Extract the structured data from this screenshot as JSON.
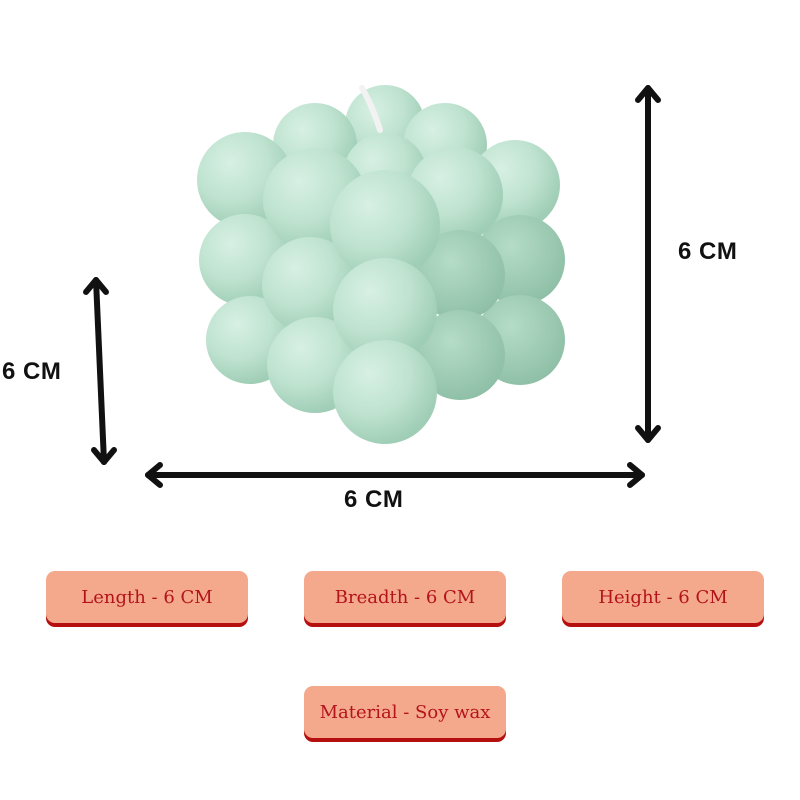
{
  "product": {
    "name": "Bubble cube candle",
    "image_icon": "bubble-candle-image",
    "color": "#bfe3d0",
    "wick_color": "#f2f2f2"
  },
  "dimensions": {
    "left_label": "6 CM",
    "bottom_label": "6 CM",
    "right_label": "6 CM"
  },
  "specs": [
    {
      "label": "Length - 6 CM"
    },
    {
      "label": "Breadth - 6 CM"
    },
    {
      "label": "Height - 6 CM"
    },
    {
      "label": "Material - Soy wax"
    }
  ],
  "colors": {
    "badge_bg": "#f4a88c",
    "badge_text": "#b3141b",
    "badge_shadow": "#b50f0f",
    "arrow": "#111111"
  }
}
